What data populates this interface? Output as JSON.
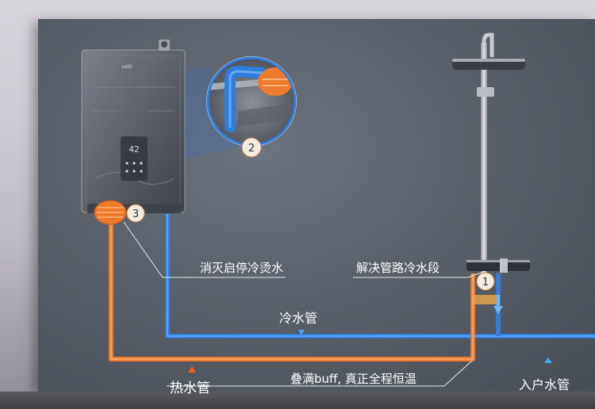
{
  "heater": {
    "brand": "vatti"
  },
  "badges": {
    "one": "1",
    "two": "2",
    "three": "3"
  },
  "labels": {
    "eliminate_cold_water": "消灭启停冷烫水",
    "solve_pipe_section": "解决管路冷水段",
    "cold_pipe": "冷水管",
    "hot_pipe": "热水管",
    "buff_text": "叠满buff, 真正全程恒温",
    "inlet_pipe": "入户水管"
  },
  "colors": {
    "hot_pipe": "#f07a2b",
    "cold_pipe": "#2f7de0",
    "hot_arrow": "#f05a1a",
    "cold_arrow": "#4aa3f0",
    "badge_fill": "#f3ece1"
  }
}
